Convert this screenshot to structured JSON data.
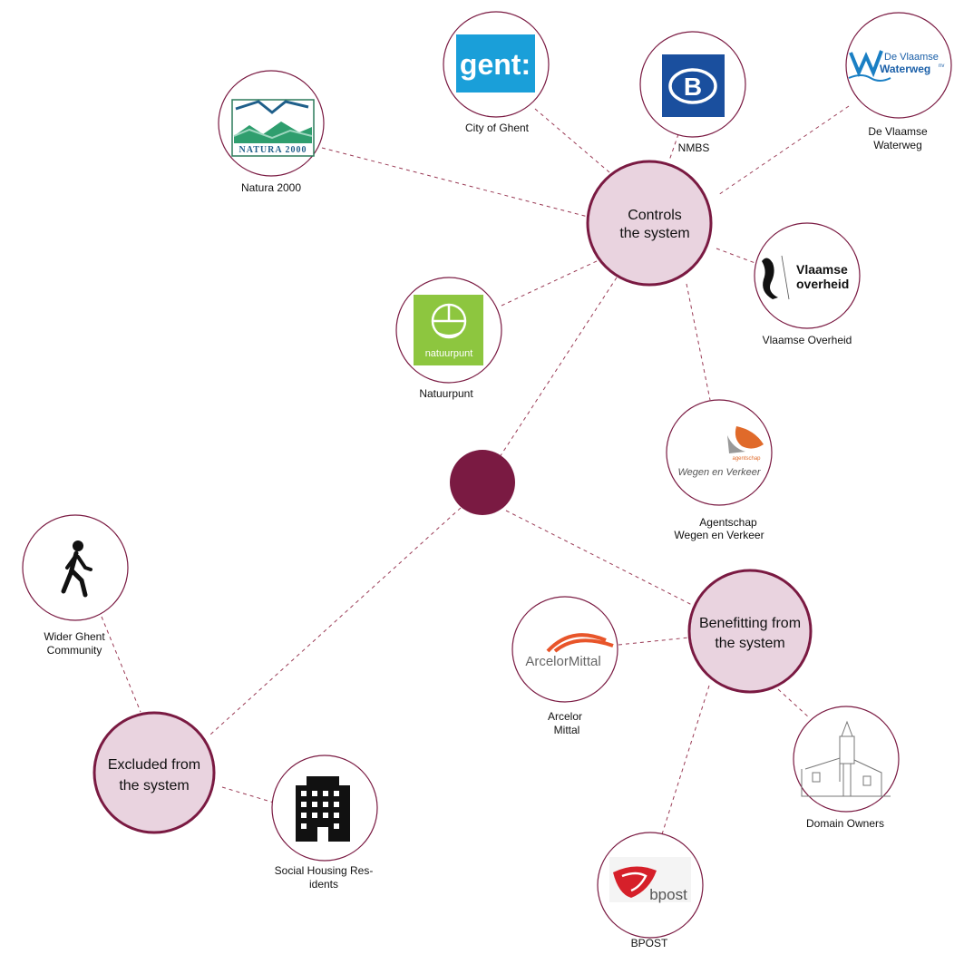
{
  "colors": {
    "accent": "#7a1a42",
    "hub_fill": "#e9d3df",
    "link": "#9a3a55"
  },
  "hubs": {
    "controls": {
      "line1": "Controls",
      "line2": "the system"
    },
    "benefitting": {
      "line1": "Benefitting from",
      "line2": "the system"
    },
    "excluded": {
      "line1": "Excluded from",
      "line2": "the system"
    }
  },
  "nodes": {
    "natura2000": {
      "label": "Natura 2000",
      "logo_text": "NATURA 2000",
      "icon": "natura-2000-logo"
    },
    "city_of_ghent": {
      "label": "City of Ghent",
      "logo_text": "gent:",
      "icon": "gent-logo"
    },
    "nmbs": {
      "label": "NMBS",
      "logo_text": "B",
      "icon": "nmbs-logo"
    },
    "vlaamse_waterweg": {
      "label_line1": "De Vlaamse",
      "label_line2": "Waterweg",
      "logo_line1": "De Vlaamse",
      "logo_line2": "Waterweg",
      "logo_suffix": "nv",
      "icon": "vlaamse-waterweg-logo"
    },
    "vlaamse_overheid": {
      "label": "Vlaamse Overheid",
      "logo_line1": "Vlaamse",
      "logo_line2": "overheid",
      "icon": "vlaamse-overheid-logo"
    },
    "natuurpunt": {
      "label": "Natuurpunt",
      "logo_text": "natuurpunt",
      "icon": "natuurpunt-logo"
    },
    "wegen_verkeer": {
      "label_line1": "Agentschap",
      "label_line2": "Wegen en Verkeer",
      "logo_line1": "agentschap",
      "logo_line2": "Wegen en Verkeer",
      "icon": "wegen-verkeer-logo"
    },
    "wider_ghent": {
      "label_line1": "Wider Ghent",
      "label_line2": "Community",
      "icon": "walking-person-icon"
    },
    "arcelor": {
      "label_line1": "Arcelor",
      "label_line2": "Mittal",
      "logo_text": "ArcelorMittal",
      "icon": "arcelormittal-logo"
    },
    "domain_owners": {
      "label": "Domain Owners",
      "icon": "castle-sketch-icon"
    },
    "social_housing": {
      "label_line1": "Social Housing Res-",
      "label_line2": "idents",
      "icon": "apartment-building-icon"
    },
    "bpost": {
      "label": "BPOST",
      "logo_text": "bpost",
      "icon": "bpost-logo"
    }
  }
}
